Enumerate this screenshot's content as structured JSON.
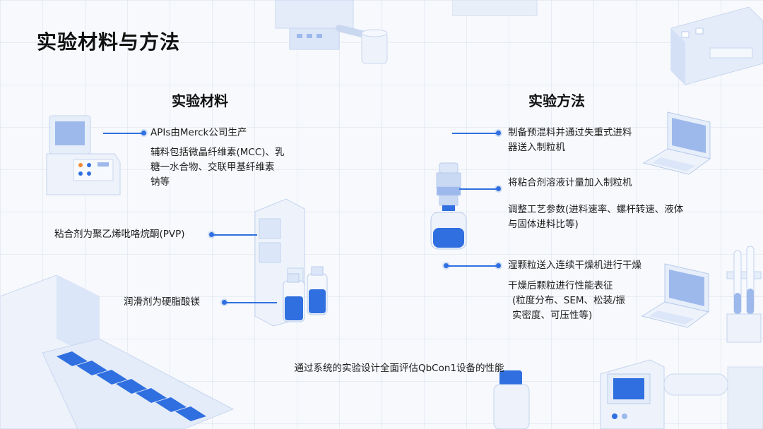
{
  "title": "实验材料与方法",
  "materials": {
    "heading": "实验材料",
    "apis": "APIs由Merck公司生产",
    "excipients_1": "辅料包括微晶纤维素(MCC)、乳",
    "excipients_2": "糖一水合物、交联甲基纤维素",
    "excipients_3": "钠等",
    "binder": "粘合剂为聚乙烯吡咯烷酮(PVP)",
    "lubricant": "润滑剂为硬脂酸镁"
  },
  "methods": {
    "heading": "实验方法",
    "step1_line1": "制备预混料并通过失重式进料",
    "step1_line2": "器送入制粒机",
    "step2": "将粘合剂溶液计量加入制粒机",
    "step3_line1": "调整工艺参数(进料速率、螺杆转速、液体",
    "step3_line2": "与固体进料比等)",
    "step4": "湿颗粒送入连续干燥机进行干燥",
    "step5_line1": "干燥后颗粒进行性能表征",
    "step5_line2": "(粒度分布、SEM、松装/振",
    "step5_line3": "实密度、可压性等)"
  },
  "footer": "通过系统的实验设计全面评估QbCon1设备的性能",
  "colors": {
    "accent": "#2f6fe0",
    "light_blue": "#dbe6f8",
    "mid_blue": "#9db9ec",
    "dark_blue": "#2f6fe0"
  },
  "icons": [
    "control-panel-icon",
    "lab-cabinet-bottles-icon",
    "conveyor-machine-icon",
    "granulator-icon",
    "laptop-icon",
    "server-device-icon",
    "test-tubes-icon",
    "analyzer-device-icon"
  ]
}
